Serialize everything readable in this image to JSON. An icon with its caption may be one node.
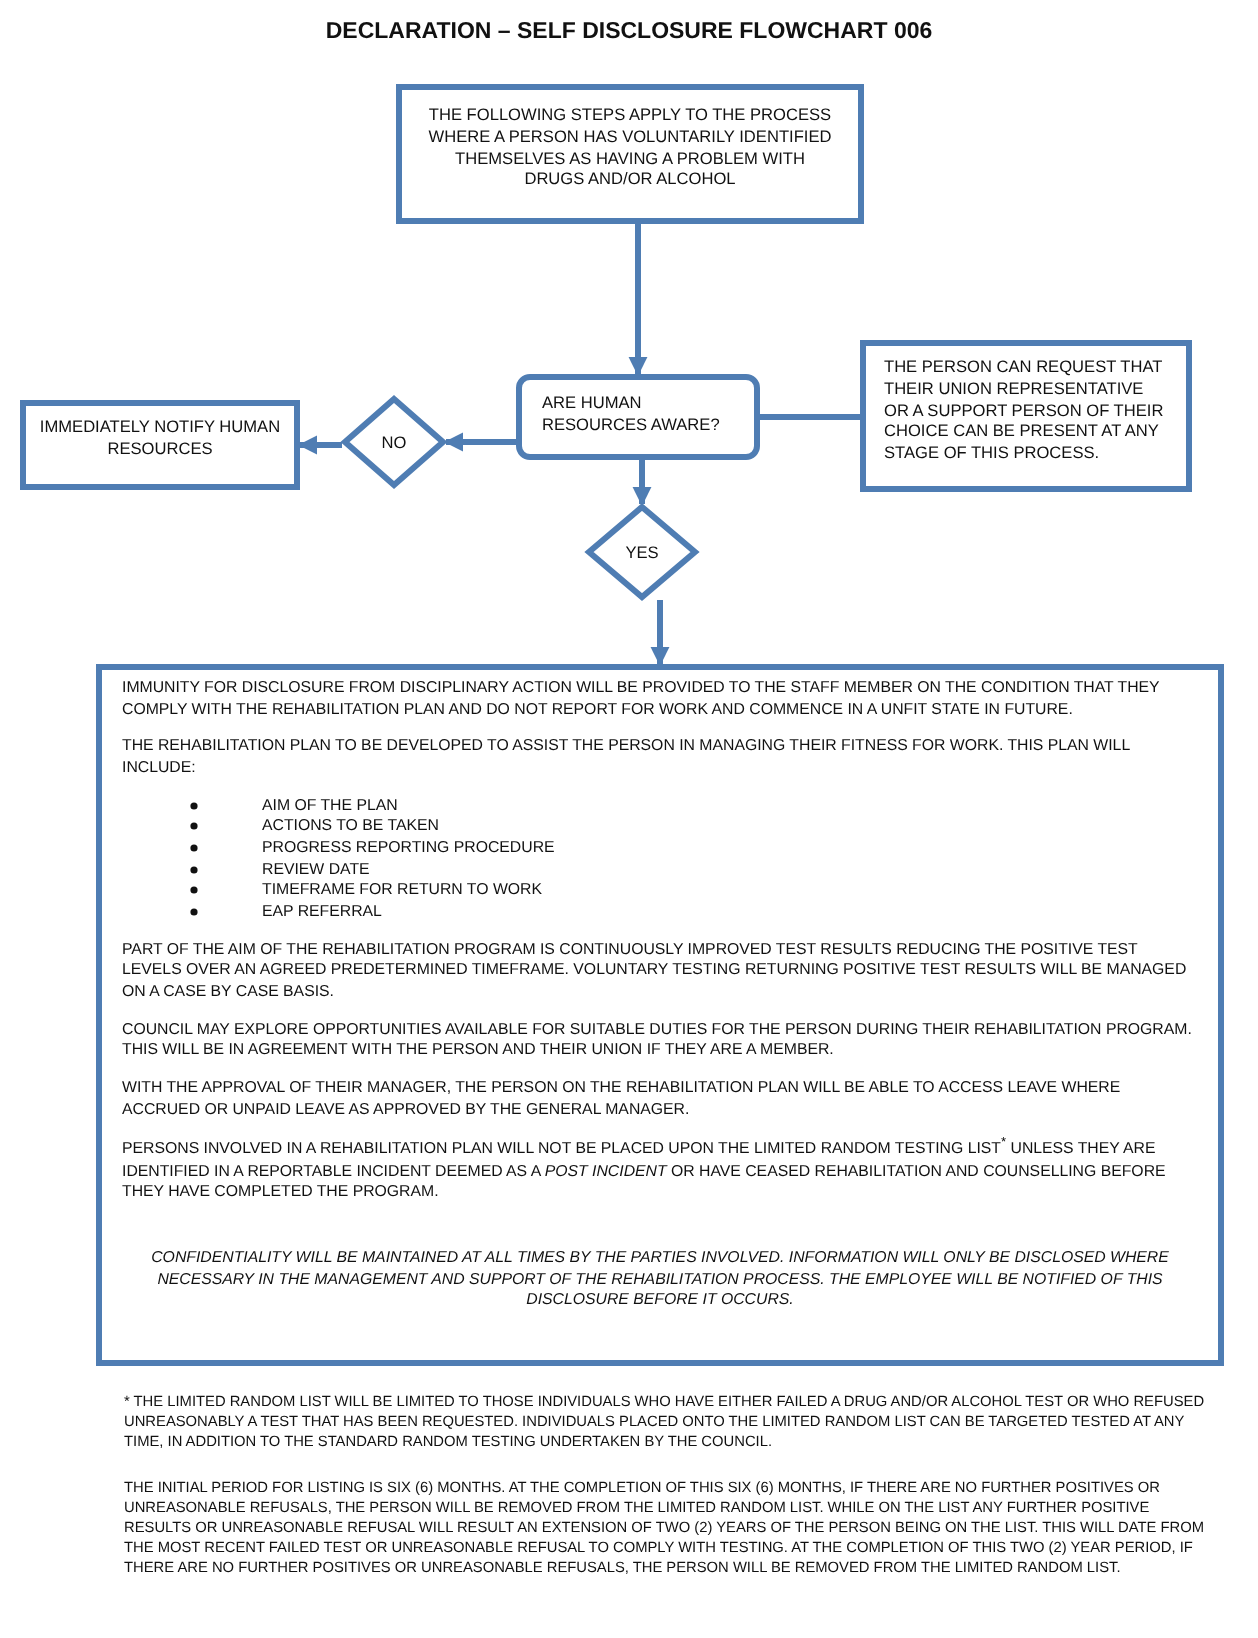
{
  "diagram": {
    "title": "DECLARATION – SELF DISCLOSURE FLOWCHART 006",
    "nodes": [
      {
        "text": [
          "THE FOLLOWING STEPS APPLY TO THE PROCESS WHERE A PERSON HAS VOLUNTARILY IDENTIFIED THEMSELVES AS HAVING A PROBLEM WITH DRUGS AND/OR ALCOHOL"
        ]
      },
      {
        "text": [
          "ARE HUMAN RESOURCES AWARE?"
        ]
      },
      {
        "text": [
          "THE PERSON CAN REQUEST THAT THEIR UNION REPRESENTATIVE OR A SUPPORT PERSON OF THEIR CHOICE CAN BE PRESENT AT ANY STAGE OF THIS PROCESS."
        ]
      },
      {
        "text": [
          "NO"
        ]
      },
      {
        "text": [
          "IMMEDIATELY NOTIFY HUMAN RESOURCES"
        ]
      },
      {
        "text": [
          "YES"
        ]
      },
      {
        "text": [
          "IMMUNITY FOR DISCLOSURE FROM DISCIPLINARY ACTION WILL BE PROVIDED TO THE STAFF MEMBER ON THE CONDITION THAT THEY COMPLY WITH THE REHABILITATION PLAN AND DO NOT REPORT FOR WORK AND COMMENCE IN A UNFIT STATE IN FUTURE.",
          "THE REHABILITATION PLAN TO BE DEVELOPED TO ASSIST THE PERSON IN MANAGING THEIR FITNESS FOR WORK. THIS PLAN WILL INCLUDE:",
          "AIM OF THE PLAN",
          "ACTIONS TO BE TAKEN",
          "PROGRESS REPORTING PROCEDURE",
          "REVIEW DATE",
          "TIMEFRAME FOR RETURN TO WORK",
          "EAP REFERRAL",
          "PART OF THE AIM OF THE REHABILITATION PROGRAM IS CONTINUOUSLY IMPROVED TEST RESULTS REDUCING THE POSITIVE TEST LEVELS OVER AN AGREED PREDETERMINED TIMEFRAME. VOLUNTARY TESTING RETURNING POSITIVE TEST RESULTS WILL BE MANAGED ON A CASE BY CASE BASIS.",
          "COUNCIL MAY EXPLORE OPPORTUNITIES AVAILABLE FOR SUITABLE DUTIES FOR THE PERSON DURING THEIR REHABILITATION PROGRAM. THIS WILL BE IN AGREEMENT WITH THE PERSON AND THEIR UNION IF THEY ARE A MEMBER.",
          "WITH THE APPROVAL OF THEIR MANAGER, THE PERSON ON THE REHABILITATION PLAN WILL BE ABLE TO ACCESS LEAVE WHERE ACCRUED OR UNPAID LEAVE AS APPROVED BY THE GENERAL MANAGER.",
          "PERSONS INVOLVED IN A REHABILITATION PLAN WILL NOT BE PLACED UPON THE LIMITED RANDOM TESTING LIST$^{*}$ UNLESS THEY ARE IDENTIFIED IN A REPORTABLE INCIDENT DEEMED AS A *POST INCIDENT* OR HAVE CEASED REHABILITATION AND COUNSELLING BEFORE THEY HAVE COMPLETED THE PROGRAM.",
          "CONFIDENTIALITY WILL BE MAINTAINED AT ALL TIMES BY THE PARTIES INVOLVED. INFORMATION WILL ONLY BE DISCLOSED WHERE NECESSARY IN THE MANAGEMENT AND SUPPORT OF THE REHABILITATION PROCESS. THE EMPLOYEE WILL BE NOTIFIED OF THIS DISCLOSURE BEFORE IT OCCURS."
        ]
      }
    ],
    "edges": [
      {
        "from": 0,
        "to": 1,
        "arrow": "to"
      },
      {
        "from": 1,
        "to": 3,
        "arrow": "to"
      },
      {
        "from": 3,
        "to": 4,
        "arrow": "to"
      },
      {
        "from": 2,
        "to": 1,
        "arrow": "none"
      },
      {
        "from": 1,
        "to": 5,
        "arrow": "to"
      },
      {
        "from": 5,
        "to": 6,
        "arrow": "to"
      }
    ],
    "labels": [
      "* THE LIMITED RANDOM LIST WILL BE LIMITED TO THOSE INDIVIDUALS WHO HAVE EITHER FAILED A DRUG AND/OR ALCOHOL TEST OR WHO REFUSED UNREASONABLY A TEST THAT HAS BEEN REQUESTED. INDIVIDUALS PLACED ONTO THE LIMITED RANDOM LIST CAN BE TARGETED TESTED AT ANY TIME, IN ADDITION TO THE STANDARD RANDOM TESTING UNDERTAKEN BY THE COUNCIL.",
      "THE INITIAL PERIOD FOR LISTING IS SIX (6) MONTHS. AT THE COMPLETION OF THIS SIX (6) MONTHS, IF THERE ARE NO FURTHER POSITIVES OR UNREASONABLE REFUSALS, THE PERSON WILL BE REMOVED FROM THE LIMITED RANDOM LIST. WHILE ON THE LIST ANY FURTHER POSITIVE RESULTS OR UNREASONABLE REFUSAL WILL RESULT AN EXTENSION OF TWO (2) YEARS OF THE PERSON BEING ON THE LIST. THIS WILL DATE FROM THE MOST RECENT FAILED TEST OR UNREASONABLE REFUSAL TO COMPLY WITH TESTING. AT THE COMPLETION OF THIS TWO (2) YEAR PERIOD, IF THERE ARE NO FURTHER POSITIVES OR UNREASONABLE REFUSALS, THE PERSON WILL BE REMOVED FROM THE LIMITED RANDOM LIST."
    ]
  }
}
